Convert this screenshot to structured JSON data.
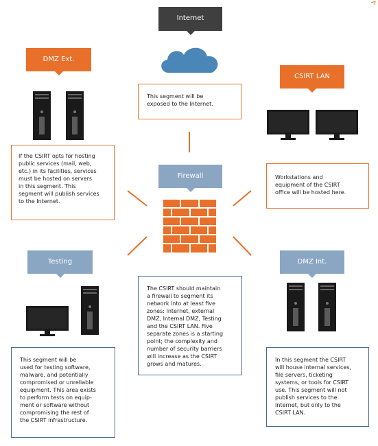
{
  "colors": {
    "orange": "#e8702a",
    "steel_blue": "#8aa6c2",
    "dark_gray": "#3f3f3f",
    "cloud_blue": "#4a86b8",
    "brick": "#e8702a"
  },
  "labels": {
    "internet": "Internet",
    "dmz_ext": "DMZ Ext.",
    "csirt_lan": "CSIRT LAN",
    "firewall": "Firewall",
    "testing": "Testing",
    "dmz_int": "DMZ Int."
  },
  "descriptions": {
    "internet": "This segment will be\nexposed to the Internet.",
    "dmz_ext": "If the CSIRT opts for hosting\npublic services (mail, web,\netc.) in its facilities, services\nmust be hosted on servers\nin this segment. This\nsegment will publish services\nto the Internet.",
    "csirt_lan": "Workstations and\nequipment of the CSIRT\noffice will be hosted here.",
    "firewall": "The CSIRT should maintain\na firewall to segment its\nnetwork into at least five\nzones: Internet, external\nDMZ, Internal DMZ, Testing\nand the CSIRT LAN. Five\nseparate zones is a starting\npoint; the complexity and\nnumber of security barriers\nwill increase as the CSIRT\ngrows and matures.",
    "testing": "This segment will be\nused for testing software,\nmalware, and potentially\ncompromised or unreliable\nequipment. This area exists\nto perform tests on equip-\nment or software without\ncompromising the rest of\nthe CSIRT infrastructure.",
    "dmz_int": "In this segment the CSIRT\nwill house internal services,\nfile servers, ticketing\nsystems, or tools for CSIRT\nuse. This segment will not\npublish services to the\nInternet, but only to the\nCSIRT LAN."
  },
  "icons": [
    "cloud-icon",
    "server-icon",
    "monitor-icon",
    "brick-wall-icon"
  ]
}
